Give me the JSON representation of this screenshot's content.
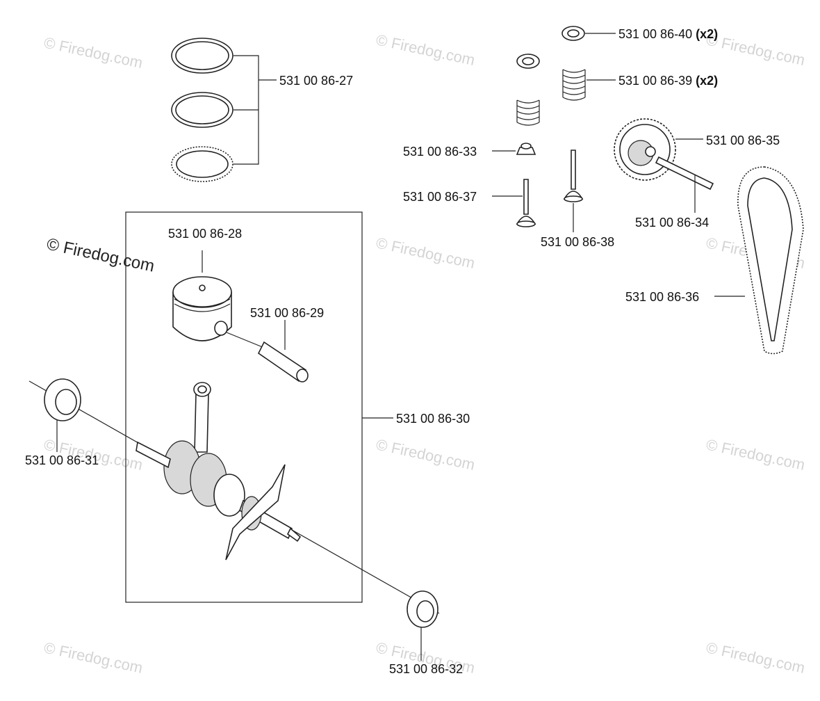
{
  "watermark": {
    "text": "© Firedog.com",
    "copyright_symbol": "©",
    "brand": "Firedog.com"
  },
  "parts": {
    "p27": "531 00 86-27",
    "p28": "531 00 86-28",
    "p29": "531 00 86-29",
    "p30": "531 00 86-30",
    "p31": "531 00 86-31",
    "p32": "531 00 86-32",
    "p33": "531 00 86-33",
    "p34": "531 00 86-34",
    "p35": "531 00 86-35",
    "p36": "531 00 86-36",
    "p37": "531 00 86-37",
    "p38": "531 00 86-38",
    "p39": "531 00 86-39",
    "p40": "531 00 86-40"
  },
  "quantities": {
    "p39": "(x2)",
    "p40": "(x2)"
  }
}
